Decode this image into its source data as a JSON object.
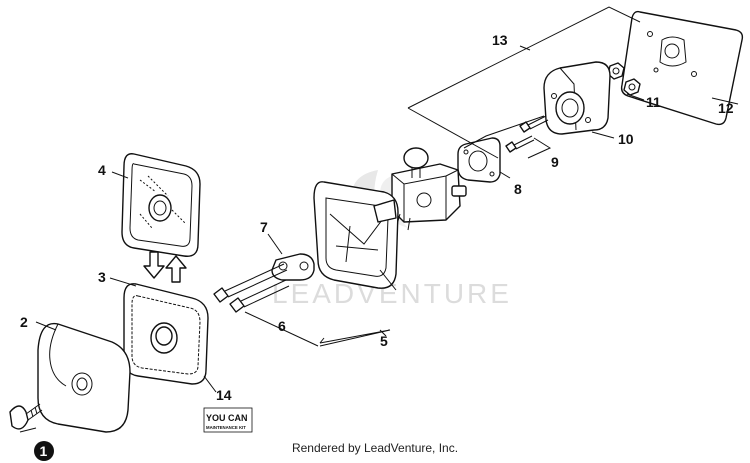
{
  "watermark": "LEADVENTURE",
  "footer_text": "Rendered by LeadVenture, Inc.",
  "kit_logo": {
    "brand": "YOU CAN",
    "sub": "MAINTENANCE KIT"
  },
  "callouts": [
    "1",
    "2",
    "3",
    "4",
    "5",
    "6",
    "7",
    "8",
    "9",
    "10",
    "11",
    "12",
    "13",
    "14"
  ]
}
